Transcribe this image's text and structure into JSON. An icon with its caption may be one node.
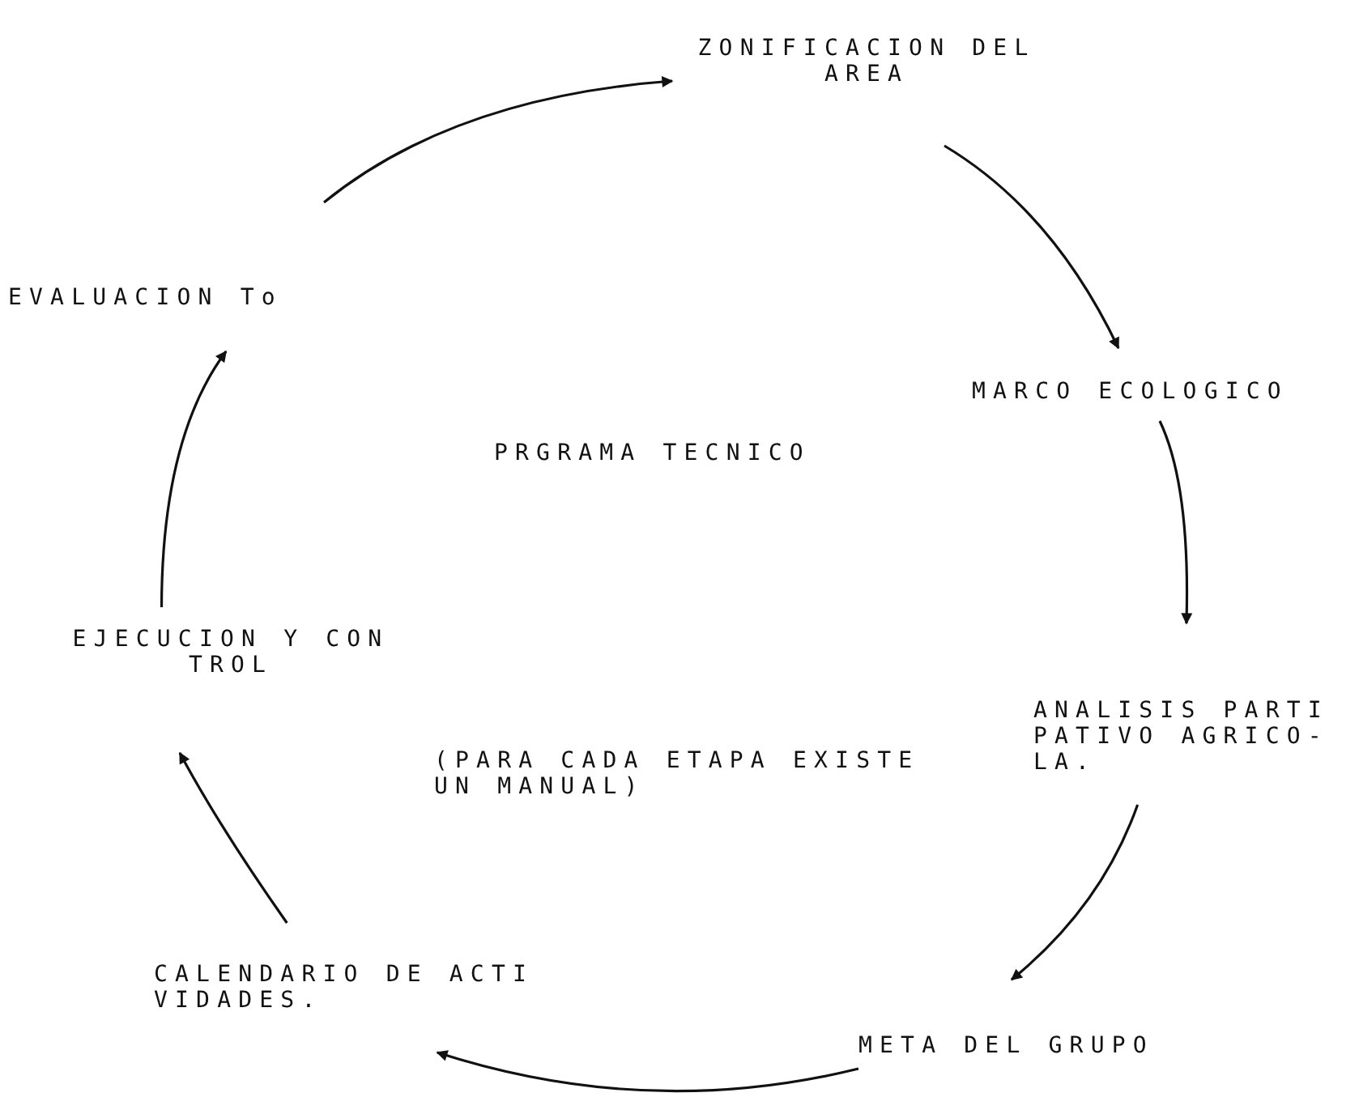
{
  "diagram": {
    "nodes": [
      {
        "text": [
          "ZONIFICACION DEL AREA"
        ]
      },
      {
        "text": [
          "MARCO ECOLOGICO"
        ]
      },
      {
        "text": [
          "ANALISIS PARTI PATIVO AGRICO- LA."
        ]
      },
      {
        "text": [
          "META DEL GRUPO"
        ]
      },
      {
        "text": [
          "CALENDARIO DE ACTI VIDADES."
        ]
      },
      {
        "text": [
          "EJECUCION Y CON TROL"
        ]
      },
      {
        "text": [
          "EVALUACION To"
        ]
      }
    ],
    "edges": [
      {
        "from": 0,
        "to": 1,
        "arrow": "to"
      },
      {
        "from": 1,
        "to": 2,
        "arrow": "to"
      },
      {
        "from": 2,
        "to": 3,
        "arrow": "to"
      },
      {
        "from": 3,
        "to": 4,
        "arrow": "to"
      },
      {
        "from": 4,
        "to": 5,
        "arrow": "to"
      },
      {
        "from": 5,
        "to": 6,
        "arrow": "to"
      },
      {
        "from": 6,
        "to": 0,
        "arrow": "to"
      }
    ],
    "labels": [
      "PRGRAMA TECNICO",
      "(PARA CADA ETAPA EXISTE UN MANUAL)"
    ]
  }
}
